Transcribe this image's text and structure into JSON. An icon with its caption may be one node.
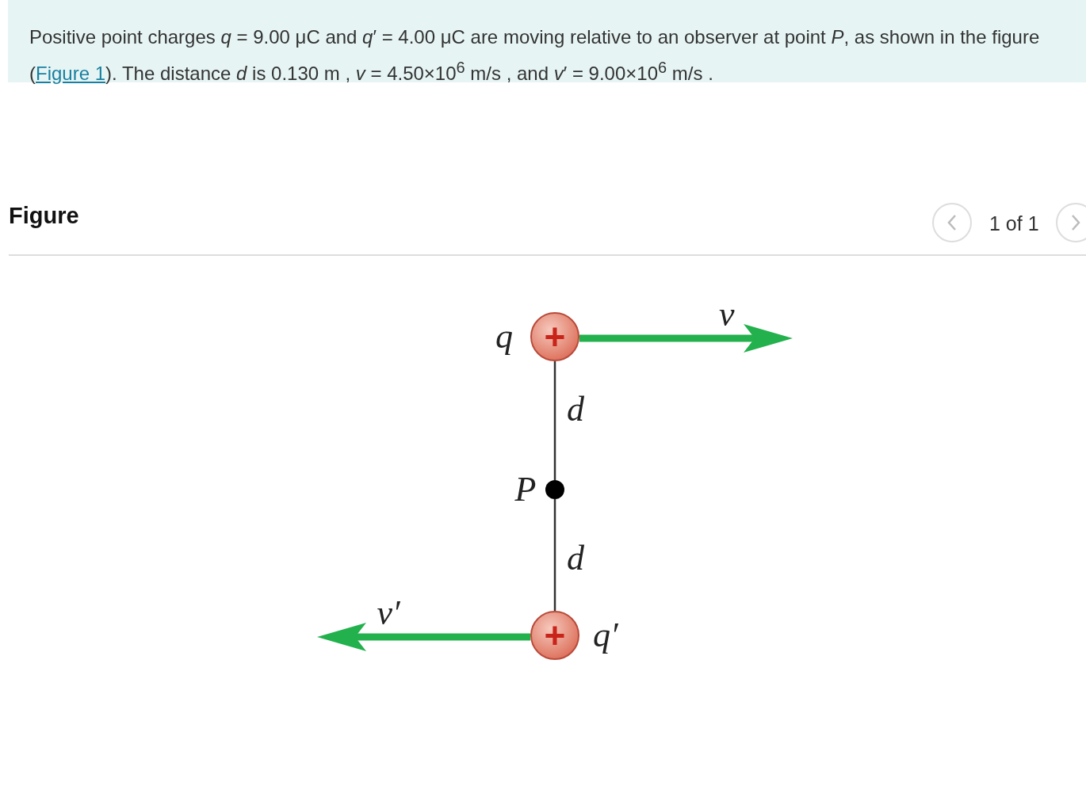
{
  "diagram": {
    "title": "Figure",
    "nodes": [
      {
        "text": [
          "+"
        ],
        "beside": [
          "q"
        ]
      },
      {
        "text": [],
        "shape": "circle",
        "beside": [
          "P"
        ]
      },
      {
        "text": [
          "+"
        ],
        "beside": [
          "q′"
        ]
      }
    ],
    "edges": [
      {
        "from": 0,
        "to": 1,
        "arrow": "none",
        "label": "d"
      },
      {
        "from": 1,
        "to": 2,
        "arrow": "none",
        "label": "d"
      }
    ],
    "labels": [
      "Positive point charges *q* = 9.00 μC and *q*′ = 4.00 μC are moving relative to an observer at point *P*, as shown in the figure (",
      "Figure 1",
      "). The distance *d* is 0.130 m , *v* = 4.50×10$^{6}$ m/s , and *v*′ = 9.00×10$^{6}$ m/s .",
      "1 of 1",
      "v",
      "v′"
    ]
  }
}
